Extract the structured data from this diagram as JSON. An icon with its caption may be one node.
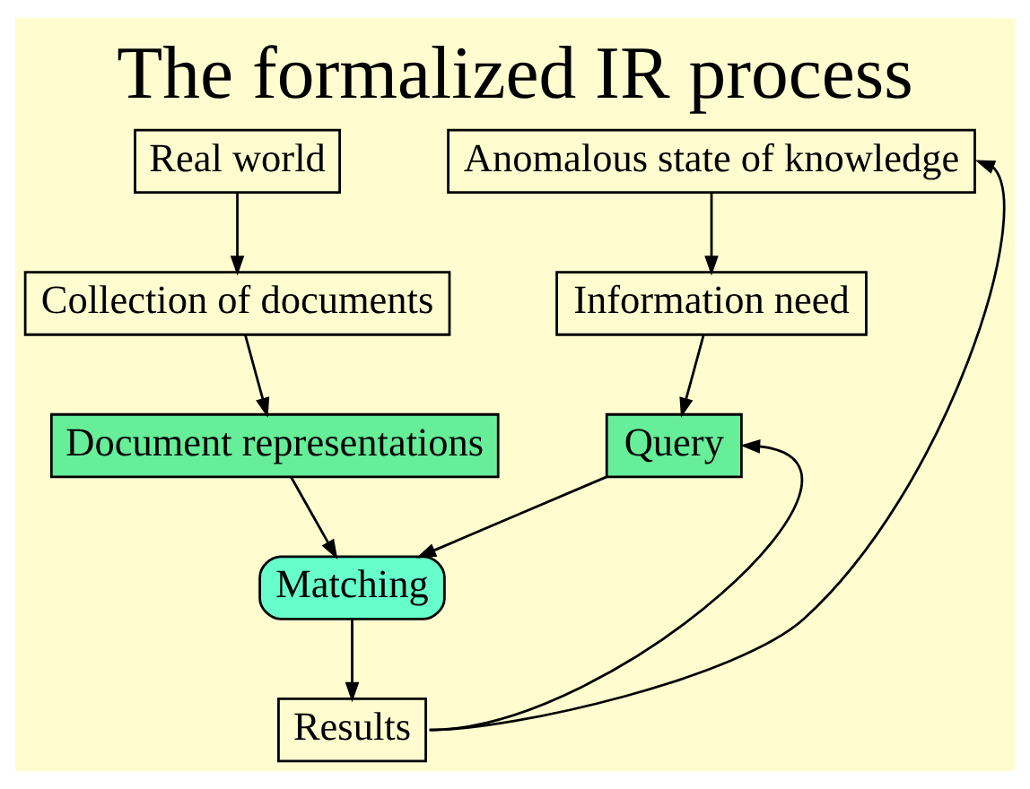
{
  "diagram": {
    "title": "The formalized IR process",
    "nodes": [
      {
        "text": [
          "Real world"
        ]
      },
      {
        "text": [
          "Anomalous state of knowledge"
        ]
      },
      {
        "text": [
          "Collection of documents"
        ]
      },
      {
        "text": [
          "Information need"
        ]
      },
      {
        "text": [
          "Document representations"
        ]
      },
      {
        "text": [
          "Query"
        ]
      },
      {
        "text": [
          "Matching"
        ]
      },
      {
        "text": [
          "Results"
        ]
      }
    ],
    "edges": [
      {
        "from": 0,
        "to": 2,
        "arrow": "to"
      },
      {
        "from": 2,
        "to": 4,
        "arrow": "to"
      },
      {
        "from": 1,
        "to": 3,
        "arrow": "to"
      },
      {
        "from": 3,
        "to": 5,
        "arrow": "to"
      },
      {
        "from": 4,
        "to": 6,
        "arrow": "to"
      },
      {
        "from": 5,
        "to": 6,
        "arrow": "to"
      },
      {
        "from": 6,
        "to": 7,
        "arrow": "to"
      },
      {
        "from": 7,
        "to": 5,
        "arrow": "to"
      },
      {
        "from": 7,
        "to": 1,
        "arrow": "to"
      }
    ]
  }
}
